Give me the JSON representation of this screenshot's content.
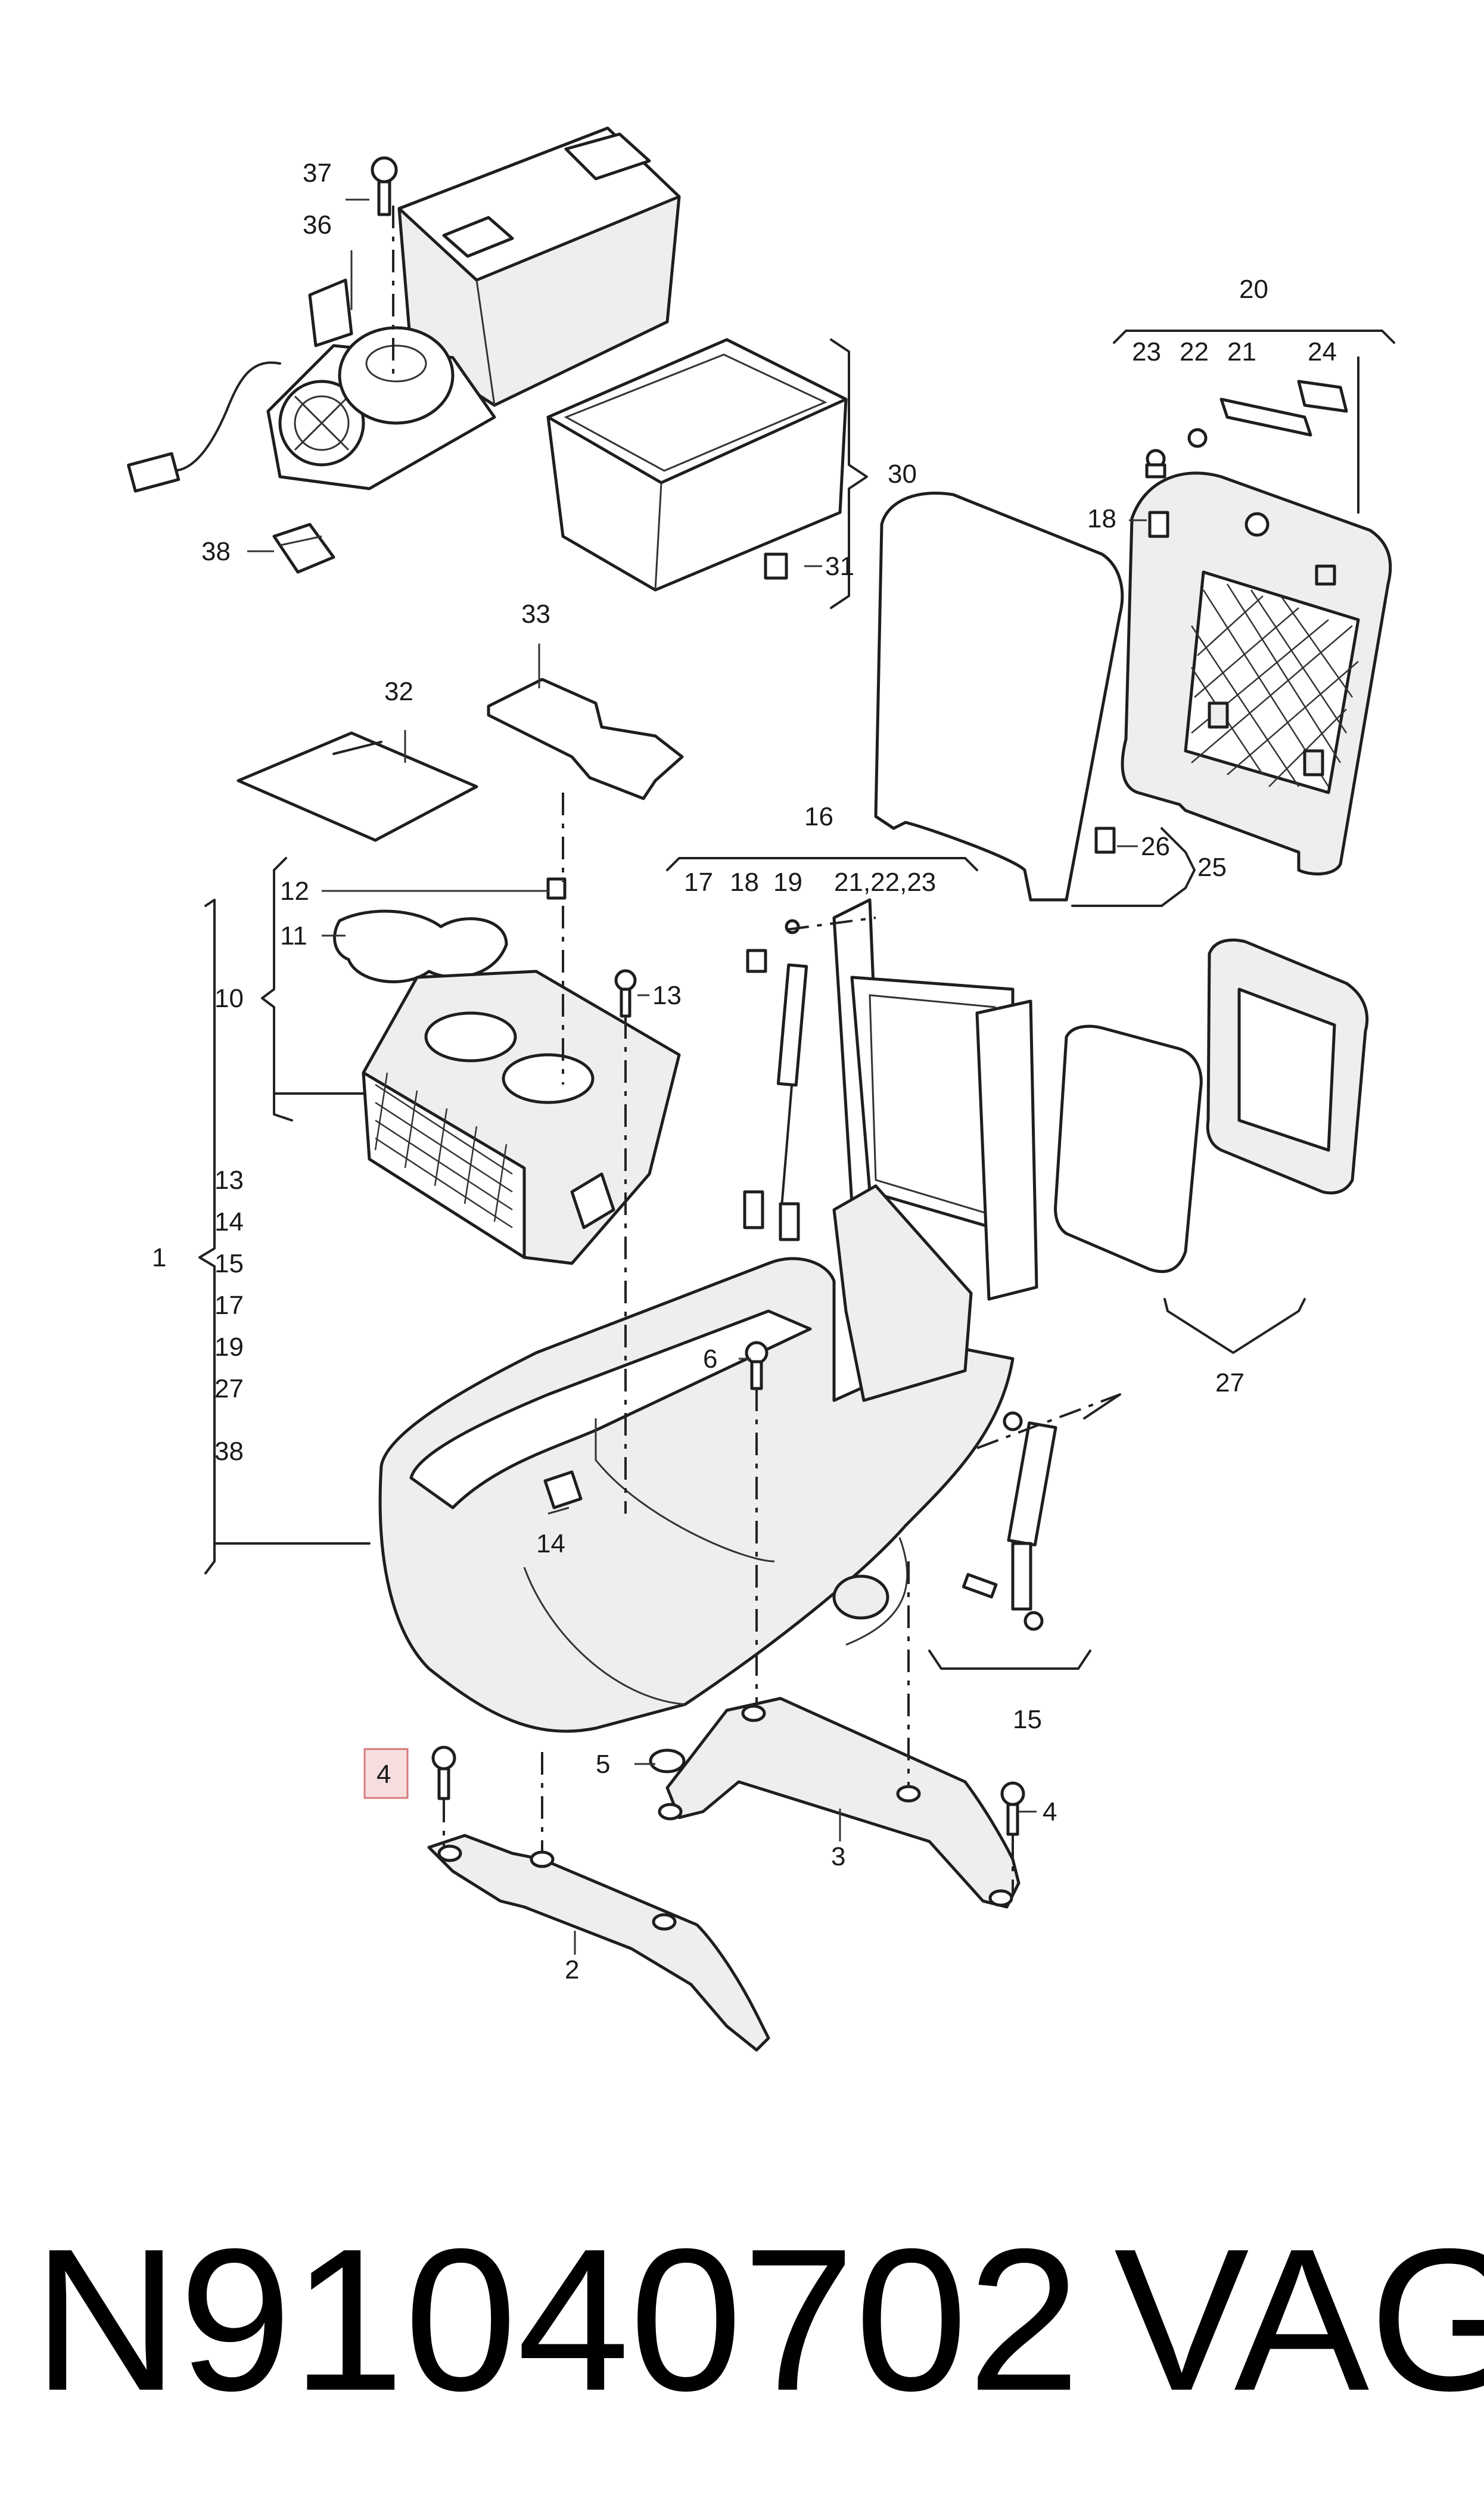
{
  "diagram": {
    "callouts": {
      "c1": "1",
      "c2": "2",
      "c3": "3",
      "c4a": "4",
      "c4b": "4",
      "c5": "5",
      "c6": "6",
      "c10": "10",
      "c11": "11",
      "c12": "12",
      "c13a": "13",
      "c14a": "14",
      "c15a": "15",
      "c16": "16",
      "c17a": "17",
      "c18a": "18",
      "c18b": "18",
      "c19a": "19",
      "c20": "20",
      "c21a": "21",
      "c21_22_23": "21,22,23",
      "c22": "22",
      "c23": "23",
      "c24": "24",
      "c25": "25",
      "c26": "26",
      "c27a": "27",
      "c30": "30",
      "c31": "31",
      "c32": "32",
      "c33": "33",
      "c36": "36",
      "c37": "37",
      "c38a": "38"
    },
    "group1_list": [
      "13",
      "14",
      "15",
      "17",
      "19",
      "27",
      "38"
    ],
    "highlighted_callout": "4"
  },
  "footer": {
    "part_number": "N91040702",
    "brand": "VAG"
  }
}
